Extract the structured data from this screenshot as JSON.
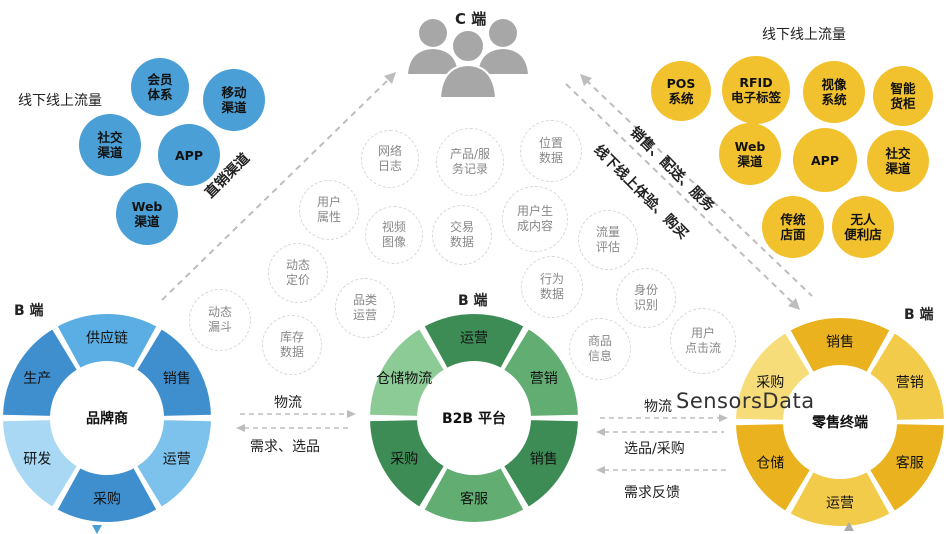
{
  "c_end": {
    "label": "C 端"
  },
  "left_flow": {
    "title": "线下线上流量",
    "bubbles": [
      {
        "label": "会员\n体系"
      },
      {
        "label": "移动\n渠道"
      },
      {
        "label": "社交\n渠道"
      },
      {
        "label": "APP"
      },
      {
        "label": "Web\n渠道"
      }
    ]
  },
  "right_flow": {
    "title": "线下线上流量",
    "bubbles": [
      {
        "label": "POS\n系统"
      },
      {
        "label": "RFID\n电子标签"
      },
      {
        "label": "视像\n系统"
      },
      {
        "label": "智能\n货柜"
      },
      {
        "label": "Web\n渠道"
      },
      {
        "label": "APP"
      },
      {
        "label": "社交\n渠道"
      },
      {
        "label": "传统\n店面"
      },
      {
        "label": "无人\n便利店"
      }
    ]
  },
  "data_bubbles": [
    {
      "label": "网络\n日志"
    },
    {
      "label": "产品/服\n务记录"
    },
    {
      "label": "位置\n数据"
    },
    {
      "label": "用户\n属性"
    },
    {
      "label": "视频\n图像"
    },
    {
      "label": "交易\n数据"
    },
    {
      "label": "用户生\n成内容"
    },
    {
      "label": "流量\n评估"
    },
    {
      "label": "动态\n定价"
    },
    {
      "label": "品类\n运营"
    },
    {
      "label": "行为\n数据"
    },
    {
      "label": "身份\n识别"
    },
    {
      "label": "动态\n漏斗"
    },
    {
      "label": "库存\n数据"
    },
    {
      "label": "商品\n信息"
    },
    {
      "label": "用户\n点击流"
    }
  ],
  "channel_labels": {
    "direct": "直销渠道",
    "sales": "销售、配送、服务",
    "offline": "线下线上体验、购买"
  },
  "wheels": [
    {
      "tag": "B 端",
      "center": "品牌商",
      "segments": [
        "供应链",
        "销售",
        "运营",
        "采购",
        "研发",
        "生产"
      ],
      "colors": [
        "#5aaee3",
        "#3f8fcf",
        "#7cc2ec",
        "#3f8fcf",
        "#a8d8f4",
        "#3f8fcf"
      ]
    },
    {
      "tag": "B 端",
      "center": "B2B 平台",
      "segments": [
        "运营",
        "营销",
        "销售",
        "客服",
        "采购",
        "仓储物流"
      ],
      "colors": [
        "#3d8c55",
        "#62ad72",
        "#3d8c55",
        "#62ad72",
        "#3d8c55",
        "#8ccb96"
      ]
    },
    {
      "tag": "B 端",
      "center": "零售终端",
      "segments": [
        "销售",
        "营销",
        "客服",
        "运营",
        "仓储",
        "采购"
      ],
      "colors": [
        "#e9b21e",
        "#f3cb4a",
        "#e9b21e",
        "#f3cb4a",
        "#e9b21e",
        "#f7dc7a"
      ]
    }
  ],
  "links": {
    "left_top": "物流",
    "left_bottom": "需求、选品",
    "right_top": "物流",
    "right_mid": "选品/采购",
    "right_bottom": "需求反馈"
  },
  "watermark": "SensorsData",
  "colors": {
    "blue": "#4a9fd6",
    "yellow": "#f2c12e",
    "green": "#3d8c55",
    "gray": "#9e9e9e"
  }
}
